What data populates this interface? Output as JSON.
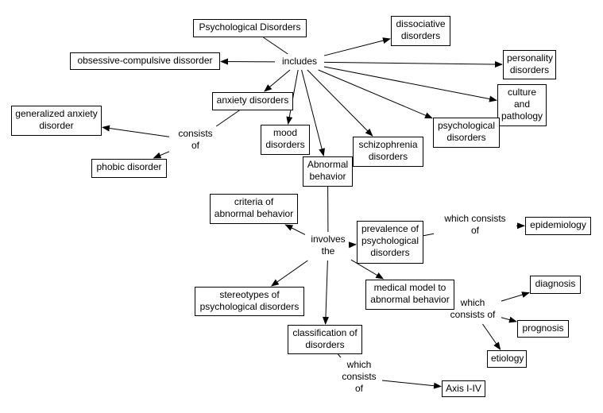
{
  "diagram": {
    "type": "concept-map",
    "colors": {
      "line": "#000000",
      "node_border": "#000000",
      "background": "#ffffff"
    },
    "concepts": {
      "psych": "Psychological Disorders",
      "ocd": "obsessive-compulsive dissorder",
      "dissociative": "dissociative\ndisorders",
      "personality": "personality\ndisorders",
      "culture": "culture\nand\npathology",
      "anxiety": "anxiety disorders",
      "gad": "generalized anxiety\ndisorder",
      "phobic": "phobic disorder",
      "mood": "mood\ndisorders",
      "schizo": "schizophrenia\ndisorders",
      "psychdis": "psychological\ndisorders",
      "abnormal": "Abnormal\nbehavior",
      "criteria": "criteria of\nabnormal behavior",
      "prevalence": "prevalence of\npsychological\ndisorders",
      "epidemiology": "epidemiology",
      "medical": "medical model to\nabnormal behavior",
      "diagnosis": "diagnosis",
      "prognosis": "prognosis",
      "etiology": "etiology",
      "stereotypes": "stereotypes of\npsychological disorders",
      "classification": "classification of\ndisorders",
      "axis": "Axis I-IV"
    },
    "linking_phrases": {
      "includes": "includes",
      "consists_of": "consists\nof",
      "involves_the": "involves\nthe",
      "which_consists_of_epi": "which consists\nof",
      "which_consists_of_med": "which\nconsists of",
      "which_consists_of_class": "which\nconsists\nof"
    },
    "connections": [
      {
        "from": "psych",
        "to": "includes",
        "arrow": false
      },
      {
        "from": "includes",
        "to": "ocd",
        "arrow": true
      },
      {
        "from": "includes",
        "to": "dissociative",
        "arrow": true
      },
      {
        "from": "includes",
        "to": "personality",
        "arrow": true
      },
      {
        "from": "includes",
        "to": "culture",
        "arrow": true
      },
      {
        "from": "includes",
        "to": "psychdis",
        "arrow": true
      },
      {
        "from": "includes",
        "to": "schizo",
        "arrow": true
      },
      {
        "from": "includes",
        "to": "abnormal",
        "arrow": true
      },
      {
        "from": "includes",
        "to": "mood",
        "arrow": true
      },
      {
        "from": "includes",
        "to": "anxiety",
        "arrow": true
      },
      {
        "from": "anxiety",
        "to": "consists_of",
        "arrow": false
      },
      {
        "from": "consists_of",
        "to": "gad",
        "arrow": true
      },
      {
        "from": "consists_of",
        "to": "phobic",
        "arrow": true
      },
      {
        "from": "abnormal",
        "to": "involves_the",
        "arrow": false
      },
      {
        "from": "involves_the",
        "to": "criteria",
        "arrow": true
      },
      {
        "from": "involves_the",
        "to": "prevalence",
        "arrow": true
      },
      {
        "from": "involves_the",
        "to": "medical",
        "arrow": true
      },
      {
        "from": "involves_the",
        "to": "stereotypes",
        "arrow": true
      },
      {
        "from": "involves_the",
        "to": "classification",
        "arrow": true
      },
      {
        "from": "prevalence",
        "to": "which_consists_of_epi",
        "arrow": false
      },
      {
        "from": "which_consists_of_epi",
        "to": "epidemiology",
        "arrow": true
      },
      {
        "from": "medical",
        "to": "which_consists_of_med",
        "arrow": false
      },
      {
        "from": "which_consists_of_med",
        "to": "diagnosis",
        "arrow": true
      },
      {
        "from": "which_consists_of_med",
        "to": "prognosis",
        "arrow": true
      },
      {
        "from": "which_consists_of_med",
        "to": "etiology",
        "arrow": true
      },
      {
        "from": "classification",
        "to": "which_consists_of_class",
        "arrow": false
      },
      {
        "from": "which_consists_of_class",
        "to": "axis",
        "arrow": true
      }
    ]
  }
}
